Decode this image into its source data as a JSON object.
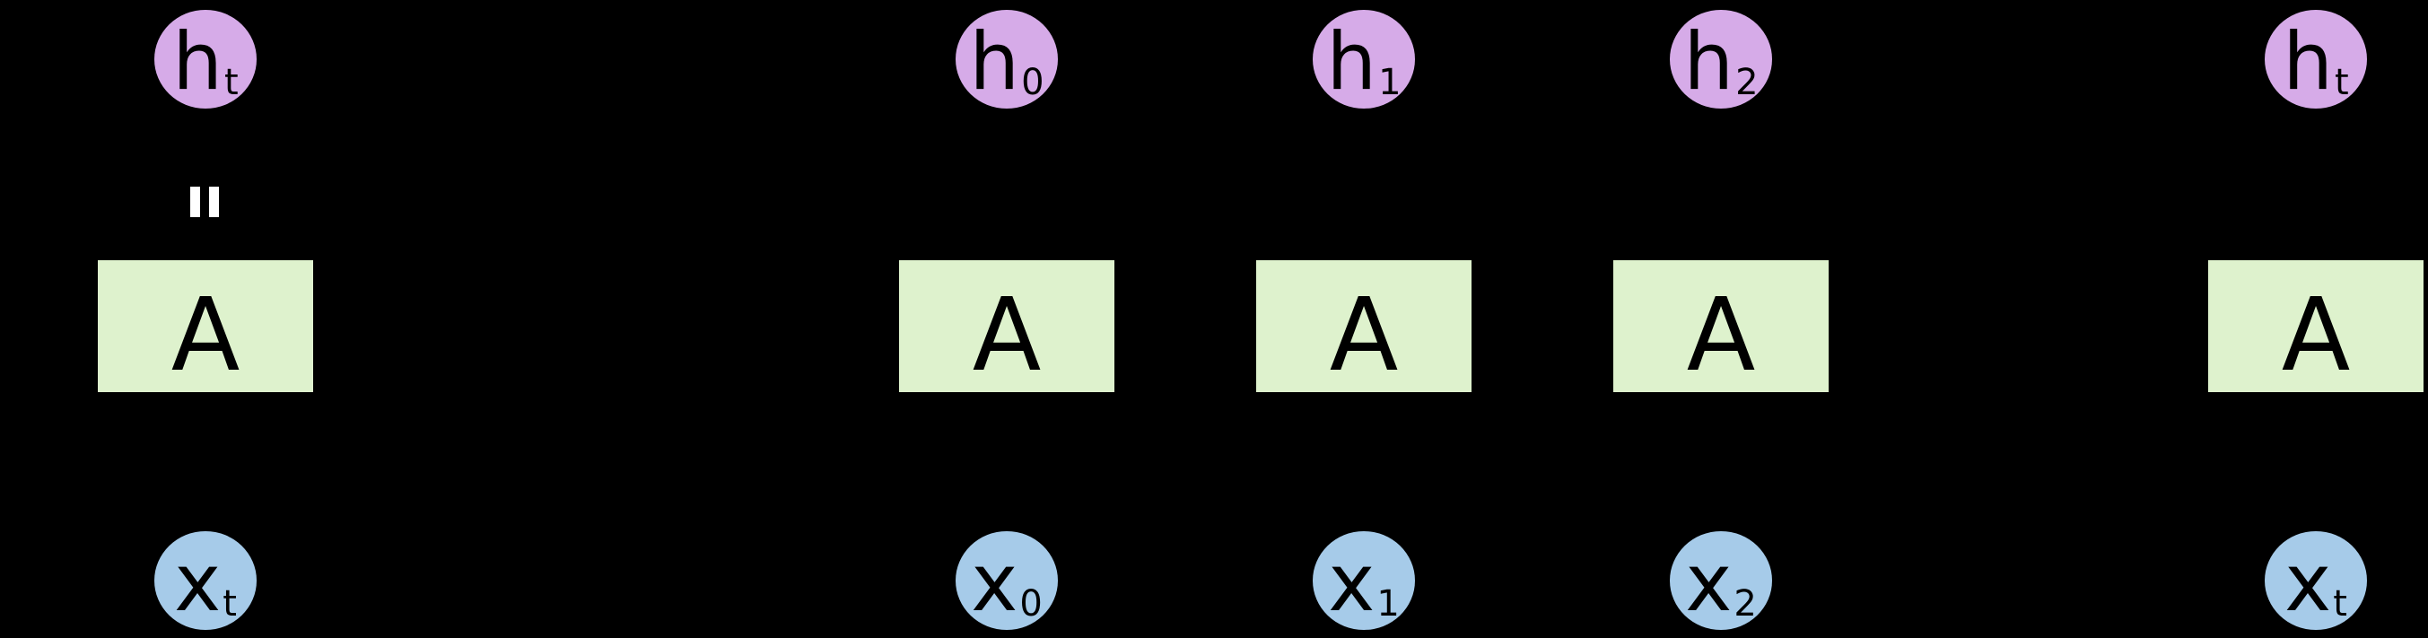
{
  "diagram": {
    "kind": "recurrent-neural-network-unrolled",
    "background_color": "#000000",
    "text_color": "#000000",
    "colors": {
      "hidden_state_fill": "#d6abe8",
      "input_fill": "#a6cbe9",
      "cell_fill": "#def2cd",
      "bridge_mark": "#ffffff"
    },
    "bridge_mark": {
      "column": 0,
      "color": "#ffffff",
      "description": "white casing pair where output line crosses recurrence loop"
    },
    "columns": [
      {
        "hidden_base": "h",
        "hidden_sub": "t",
        "cell": "A",
        "input_base": "x",
        "input_sub": "t"
      },
      {
        "hidden_base": "h",
        "hidden_sub": "0",
        "cell": "A",
        "input_base": "x",
        "input_sub": "0"
      },
      {
        "hidden_base": "h",
        "hidden_sub": "1",
        "cell": "A",
        "input_base": "x",
        "input_sub": "1"
      },
      {
        "hidden_base": "h",
        "hidden_sub": "2",
        "cell": "A",
        "input_base": "x",
        "input_sub": "2"
      },
      {
        "hidden_base": "h",
        "hidden_sub": "t",
        "cell": "A",
        "input_base": "x",
        "input_sub": "t"
      }
    ]
  }
}
